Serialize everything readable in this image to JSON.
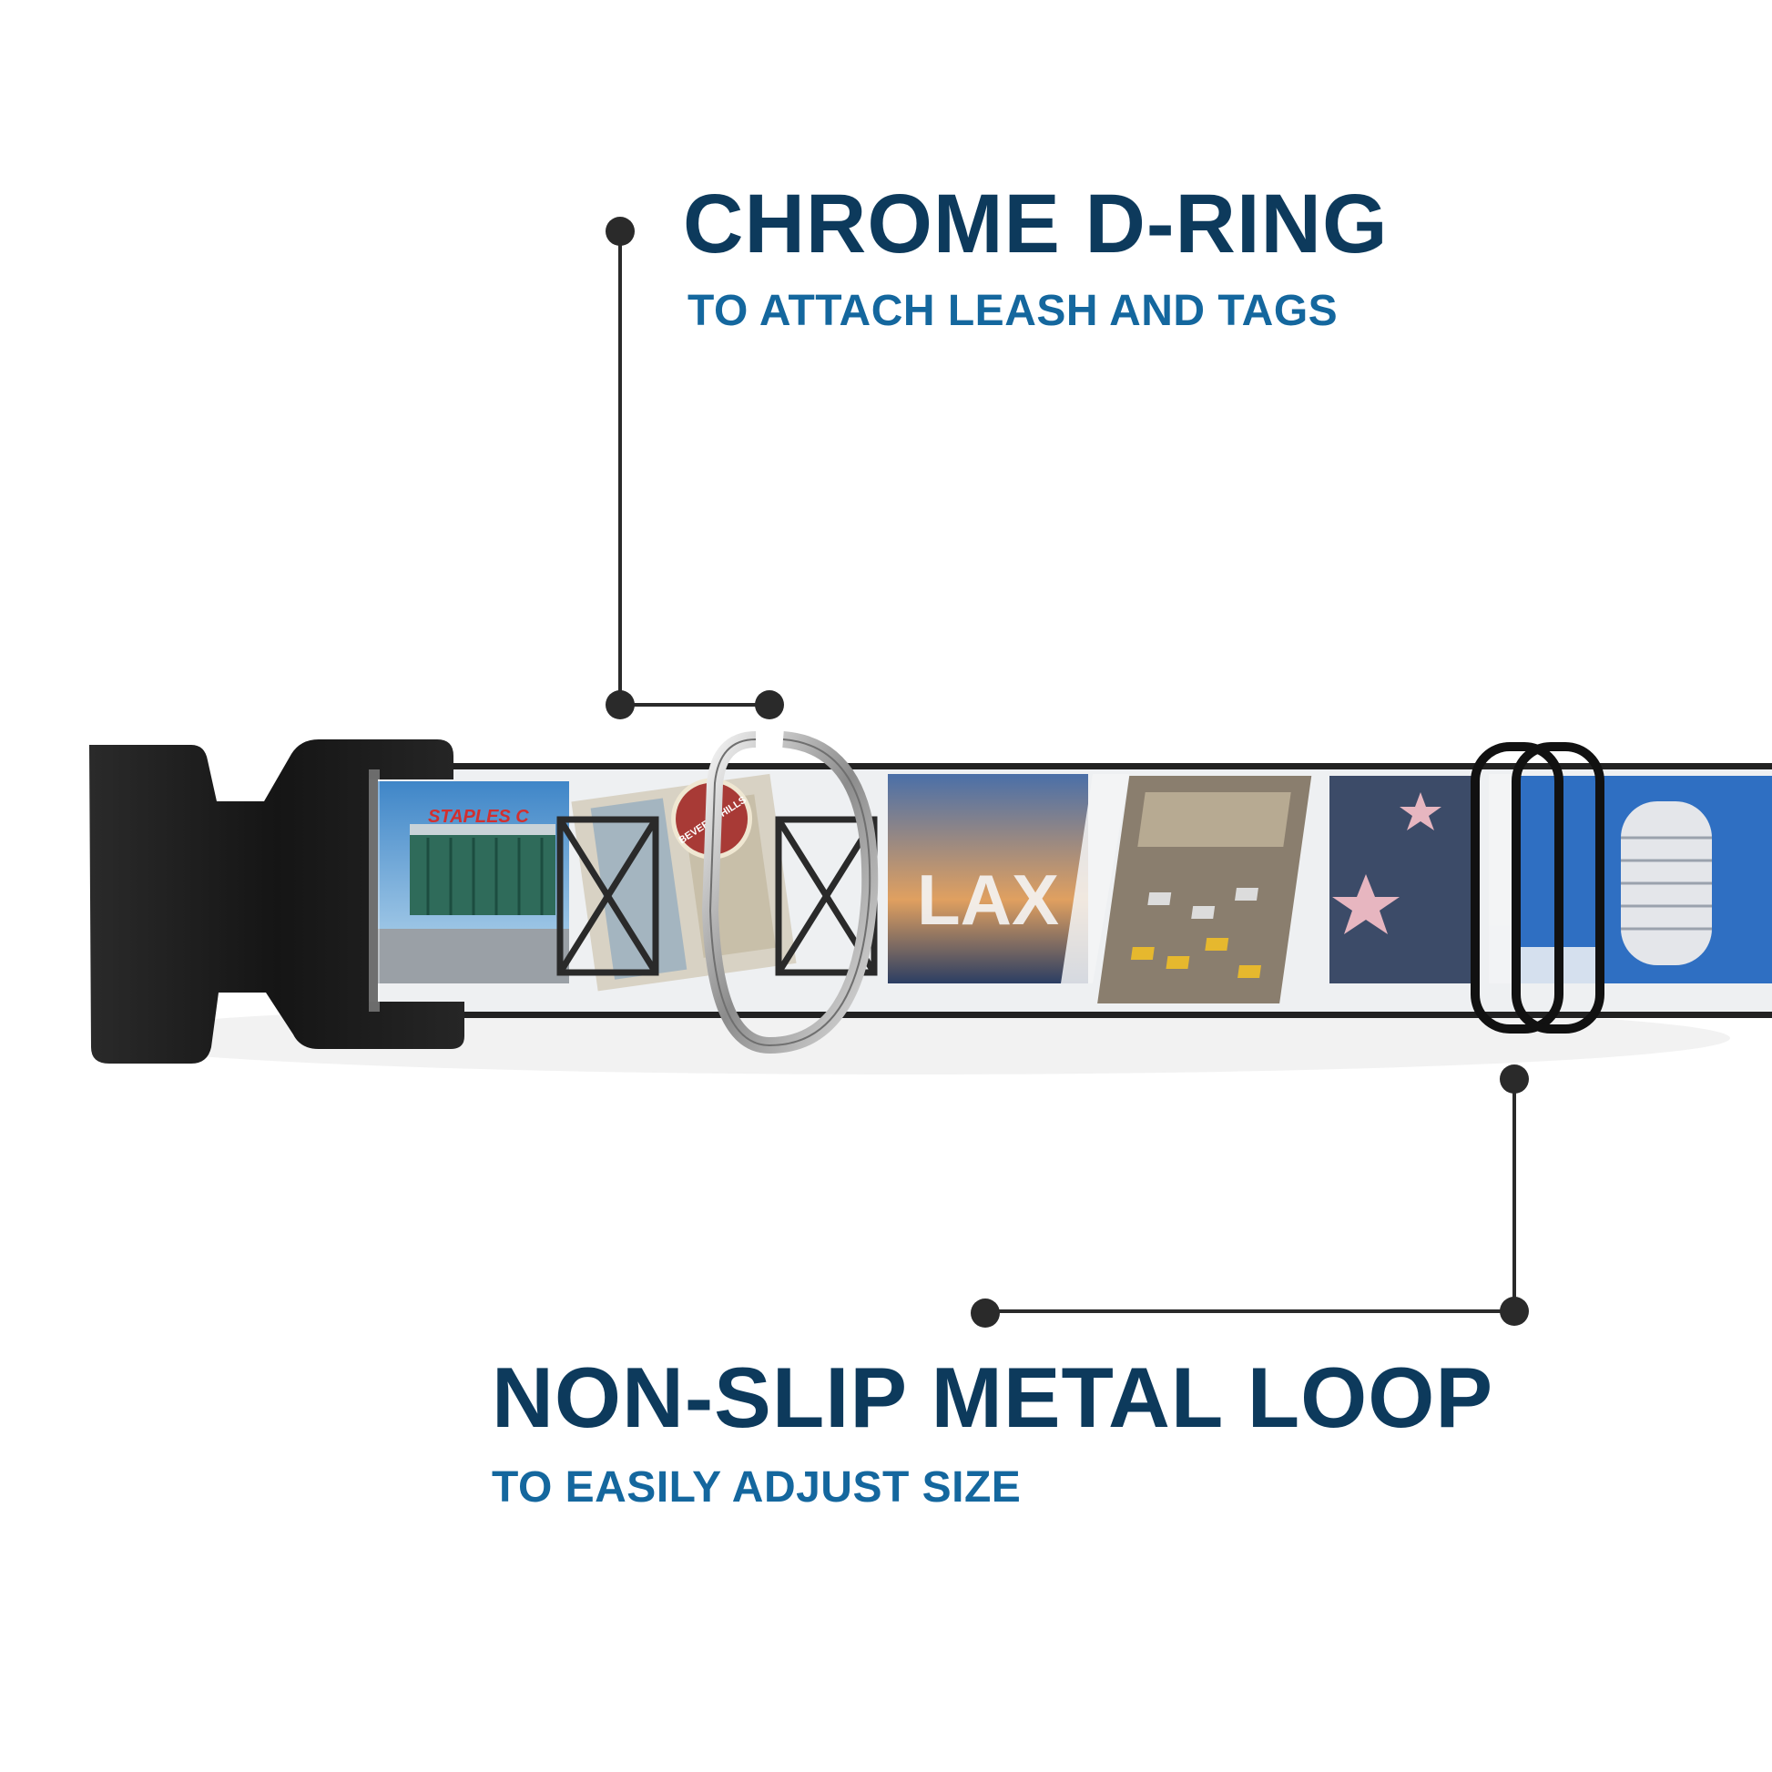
{
  "callouts": {
    "d_ring": {
      "title": "CHROME D-RING",
      "subtitle": "TO ATTACH LEASH AND TAGS"
    },
    "loop": {
      "title": "NON-SLIP METAL LOOP",
      "subtitle": "TO EASILY ADJUST SIZE"
    }
  },
  "collar_print": {
    "sign_text": "STAPLES C",
    "road_sign": "BEVERLY HILLS",
    "letters": "LAX"
  },
  "colors": {
    "title": "#0d3a5c",
    "subtitle": "#14679e",
    "leader_line": "#2a2a2a",
    "buckle": "#1c1c1c",
    "strap_edge": "#222222"
  }
}
